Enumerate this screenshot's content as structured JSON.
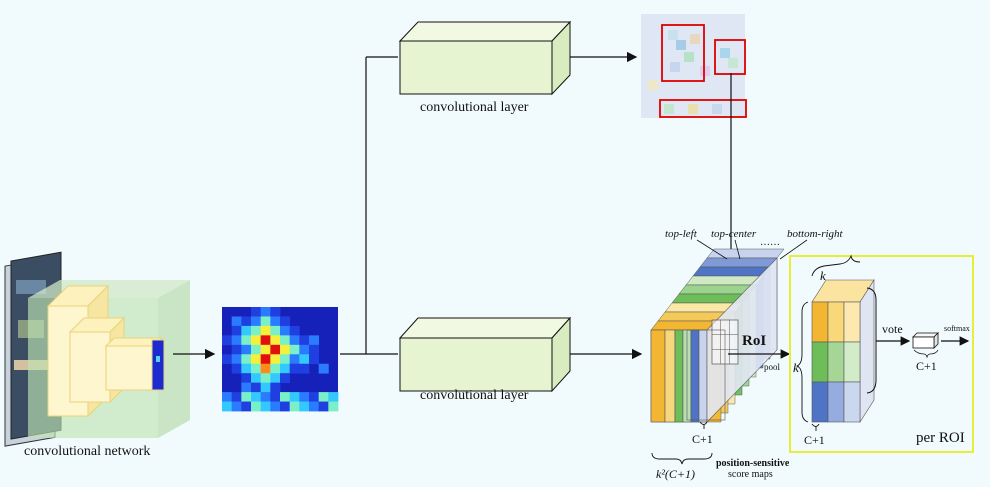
{
  "labels": {
    "conv_network": "convolutional network",
    "conv_layer_top": "convolutional layer",
    "conv_layer_bottom": "convolutional layer",
    "top_left": "top-left",
    "top_center": "top-center",
    "ellipsis": "……",
    "bottom_right": "bottom-right",
    "roi": "RoI",
    "pool": "pool",
    "c1_left": "C+1",
    "k2": "k²(C+1)",
    "ps_line1": "position-sensitive",
    "ps_line2": "score maps",
    "k_top": "k",
    "k_left": "k",
    "c1_right": "C+1",
    "vote": "vote",
    "softmax": "softmax",
    "c1_small": "C+1",
    "per_roi": "per ROI"
  },
  "colors": {
    "background": "#f1fbfd",
    "network_box": "#bfe3b4",
    "network_layer": "#fdf3c2",
    "conv_block": "#e9f6d6",
    "roi_box": "#e00000",
    "per_roi_frame": "#e6ee3a",
    "score_yellow": "#f2b632",
    "score_green": "#6dbd58",
    "score_blue": "#4f74c5",
    "heatmap_dark": "#1521b8"
  }
}
